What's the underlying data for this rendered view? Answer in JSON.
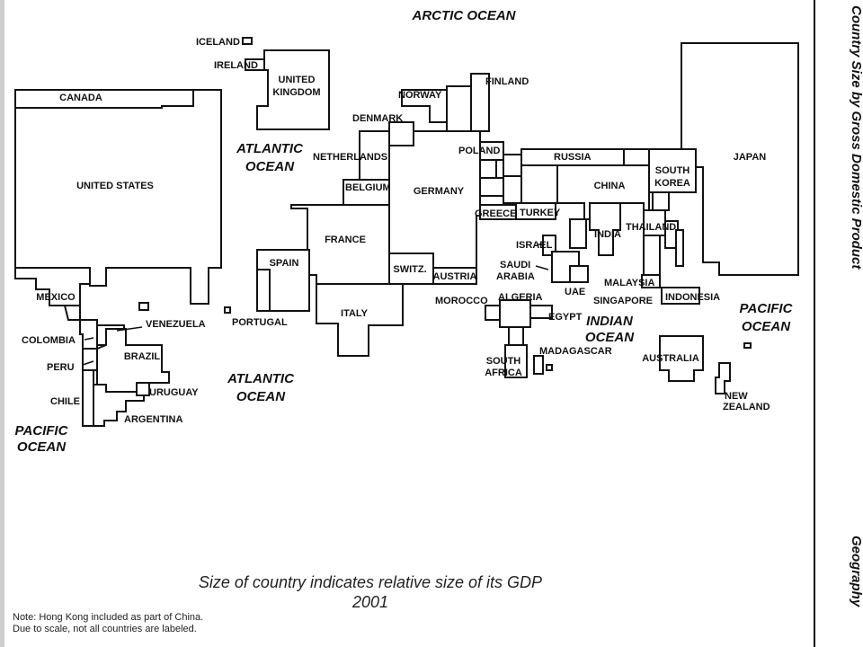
{
  "oceans": {
    "arctic": "ARCTIC OCEAN",
    "atlantic_north_1": "ATLANTIC",
    "atlantic_north_2": "OCEAN",
    "atlantic_south_1": "ATLANTIC",
    "atlantic_south_2": "OCEAN",
    "pacific_west_1": "PACIFIC",
    "pacific_west_2": "OCEAN",
    "pacific_east_1": "PACIFIC",
    "pacific_east_2": "OCEAN",
    "indian_1": "INDIAN",
    "indian_2": "OCEAN"
  },
  "countries": {
    "canada": "CANADA",
    "united_states": "UNITED STATES",
    "mexico": "MEXICO",
    "colombia": "COLOMBIA",
    "venezuela": "VENEZUELA",
    "peru": "PERU",
    "brazil": "BRAZIL",
    "chile": "CHILE",
    "uruguay": "URUGUAY",
    "argentina": "ARGENTINA",
    "iceland": "ICELAND",
    "ireland": "IRELAND",
    "united_kingdom_1": "UNITED",
    "united_kingdom_2": "KINGDOM",
    "norway": "NORWAY",
    "finland": "FINLAND",
    "denmark": "DENMARK",
    "netherlands": "NETHERLANDS",
    "belgium": "BELGIUM",
    "germany": "GERMANY",
    "poland": "POLAND",
    "france": "FRANCE",
    "spain": "SPAIN",
    "portugal": "PORTUGAL",
    "switzerland": "SWITZ.",
    "austria": "AUSTRIA",
    "italy": "ITALY",
    "greece": "GREECE",
    "turkey": "TURKEY",
    "russia": "RUSSIA",
    "china": "CHINA",
    "south_korea_1": "SOUTH",
    "south_korea_2": "KOREA",
    "japan": "JAPAN",
    "israel": "ISRAEL",
    "saudi_arabia_1": "SAUDI",
    "saudi_arabia_2": "ARABIA",
    "uae": "UAE",
    "morocco": "MOROCCO",
    "algeria": "ALGERIA",
    "egypt": "EGYPT",
    "south_africa_1": "SOUTH",
    "south_africa_2": "AFRICA",
    "madagascar": "MADAGASCAR",
    "india": "INDIA",
    "thailand": "THAILAND",
    "malaysia": "MALAYSIA",
    "singapore": "SINGAPORE",
    "indonesia": "INDONESIA",
    "australia": "AUSTRALIA",
    "new_zealand_1": "NEW",
    "new_zealand_2": "ZEALAND"
  },
  "caption": {
    "line1": "Size of country indicates relative size of its GDP",
    "line2": "2001"
  },
  "note": {
    "line1": "Note: Hong Kong included as part of China.",
    "line2": "Due to scale, not all countries are labeled."
  },
  "side_text": {
    "top": "Country Size by Gross Domestic Product",
    "bottom": "Geography"
  }
}
